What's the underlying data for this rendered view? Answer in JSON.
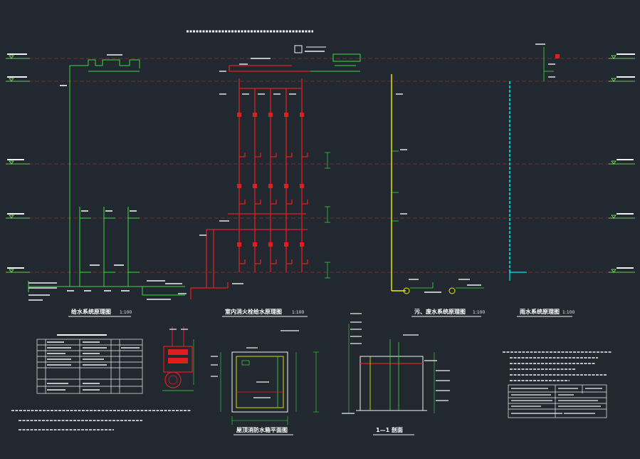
{
  "drawing": {
    "title_left": "给水系统原理图",
    "title_mid": "室内消火栓给水原理图",
    "title_right_a": "污、废水系统原理图",
    "title_right_b": "雨水系统原理图",
    "scale": "1:100",
    "title_plan": "屋顶消防水箱平面图",
    "title_section": "1—1 剖面"
  },
  "colors": {
    "background": "#212830",
    "green": "#3cdc3c",
    "red": "#e01e1e",
    "yellow": "#f0f000",
    "cyan": "#00e6e6",
    "white": "#f2f2f2",
    "level_dashed": "#c03030"
  }
}
